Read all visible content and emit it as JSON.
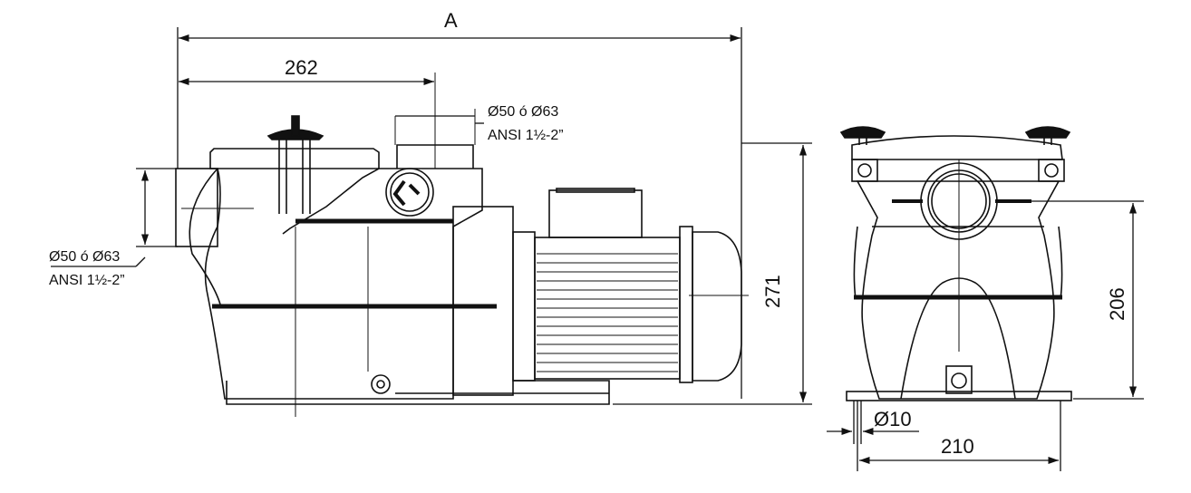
{
  "dimensions": {
    "overall_length": "A",
    "inlet_to_outlet": "262",
    "height_total": "271",
    "height_axis": "206",
    "width_base": "210",
    "bolt_hole": "Ø10"
  },
  "connections": {
    "outlet_line1": "Ø50 ó Ø63",
    "outlet_line2": "ANSI 1½-2”",
    "inlet_line1": "Ø50 ó Ø63",
    "inlet_line2": "ANSI 1½-2”"
  }
}
